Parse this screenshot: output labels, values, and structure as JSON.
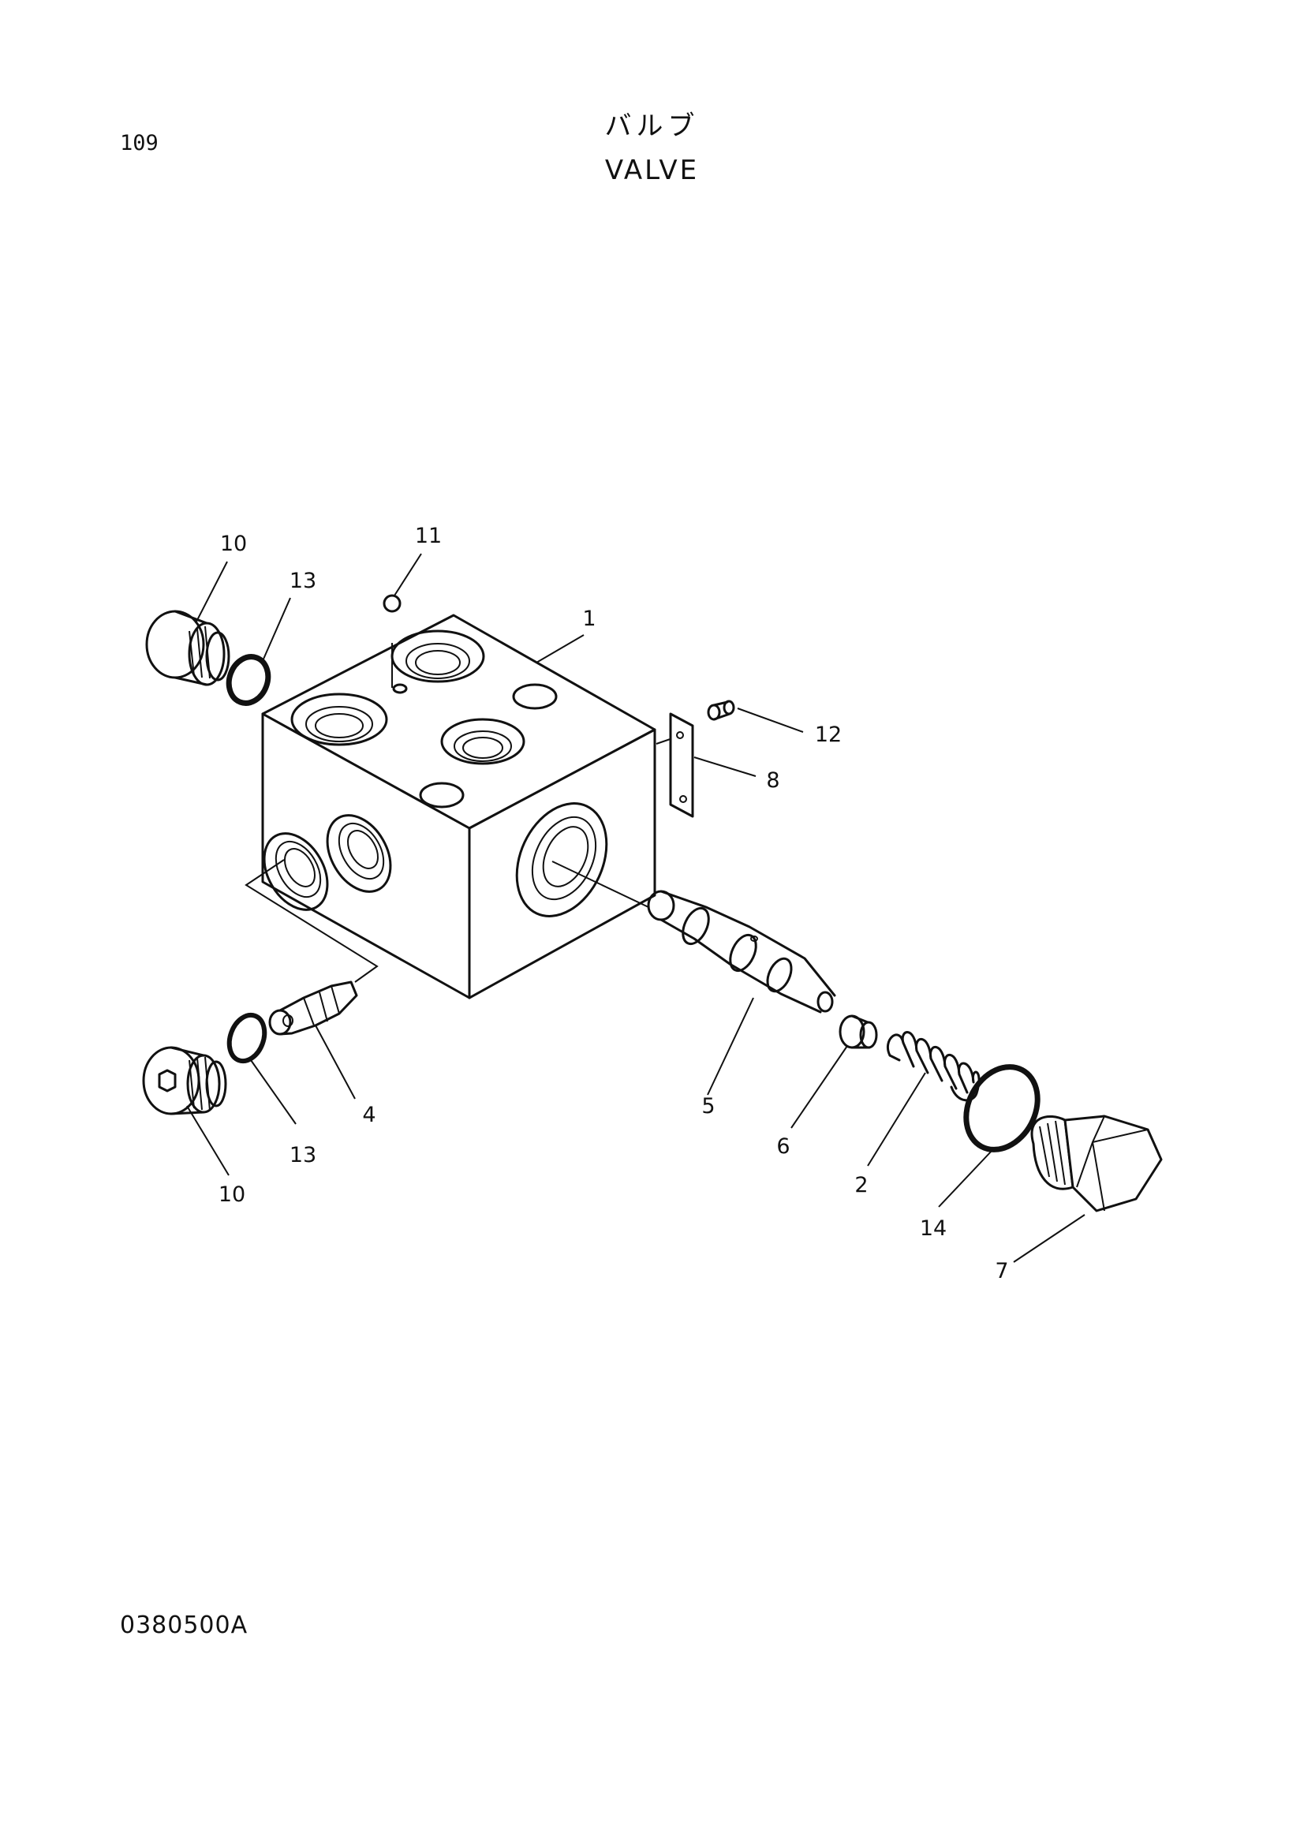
{
  "header": {
    "page_number": "109",
    "title_jp": "バルブ",
    "title_en": "VALVE"
  },
  "footer": {
    "drawing_code": "0380500A"
  },
  "callouts": [
    {
      "id": "c1",
      "label": "1"
    },
    {
      "id": "c2",
      "label": "2"
    },
    {
      "id": "c4",
      "label": "4"
    },
    {
      "id": "c5",
      "label": "5"
    },
    {
      "id": "c6",
      "label": "6"
    },
    {
      "id": "c7",
      "label": "7"
    },
    {
      "id": "c8",
      "label": "8"
    },
    {
      "id": "c10a",
      "label": "10"
    },
    {
      "id": "c10b",
      "label": "10"
    },
    {
      "id": "c11",
      "label": "11"
    },
    {
      "id": "c12",
      "label": "12"
    },
    {
      "id": "c13a",
      "label": "13"
    },
    {
      "id": "c13b",
      "label": "13"
    },
    {
      "id": "c14",
      "label": "14"
    }
  ]
}
